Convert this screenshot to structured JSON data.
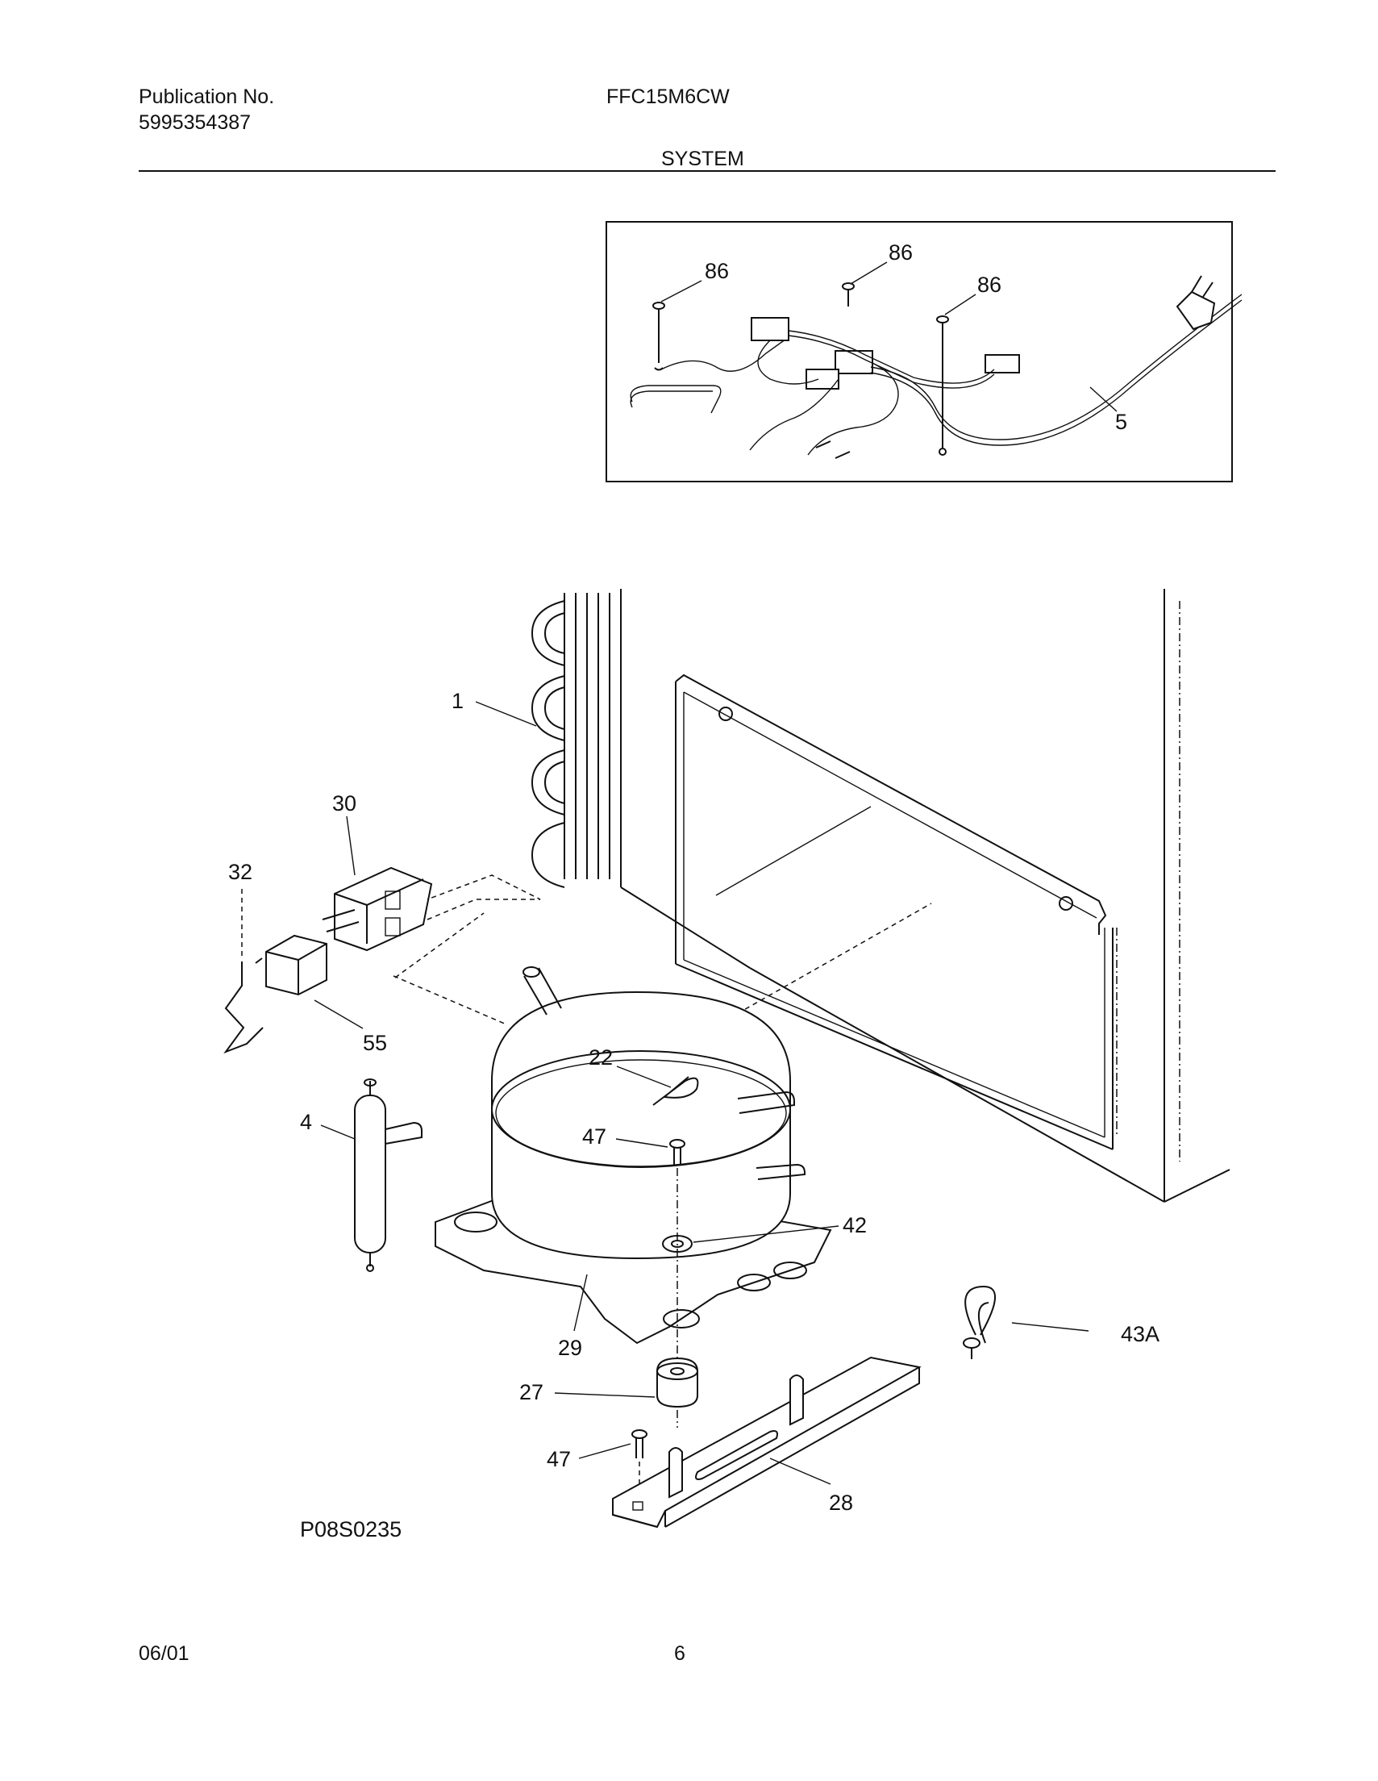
{
  "header": {
    "publication_label": "Publication No.",
    "publication_number": "5995354387",
    "model": "FFC15M6CW",
    "section": "SYSTEM"
  },
  "callouts": {
    "c86a": "86",
    "c86b": "86",
    "c86c": "86",
    "c5": "5",
    "c1": "1",
    "c30": "30",
    "c32": "32",
    "c55": "55",
    "c4": "4",
    "c22": "22",
    "c47a": "47",
    "c42": "42",
    "c29": "29",
    "c27": "27",
    "c47b": "47",
    "c28": "28",
    "c43a": "43A"
  },
  "diagram_code": "P08S0235",
  "footer": {
    "date": "06/01",
    "page": "6"
  }
}
